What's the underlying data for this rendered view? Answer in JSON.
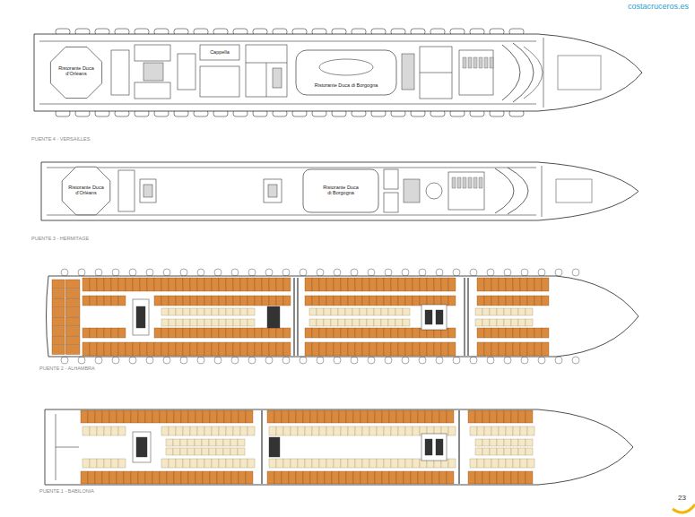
{
  "diagram": {
    "labels": [
      "costacruceros.es",
      "Ristorante Duca d'Orléans",
      "Cappella",
      "Ristorante Duca di Borgogna",
      "PUENTE 4 - VERSAILLES",
      "Ristorante Duca d'Orléans",
      "Ristorante Duca di Borgogna",
      "PUENTE 3 - HERMITAGE",
      "PUENTE 2 - ALHAMBRA",
      "PUENTE 1 - BABILONIA",
      "23"
    ]
  }
}
